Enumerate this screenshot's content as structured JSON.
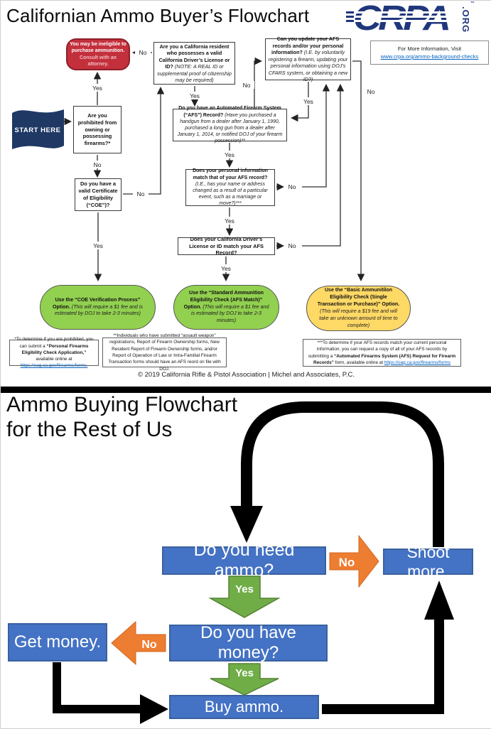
{
  "top": {
    "title": "Californian Ammo Buyer’s Flowchart",
    "logo": {
      "text": "CRPA",
      "suffix": ".ORG",
      "tm": "™"
    },
    "info": {
      "line1": "For More Information, Visit",
      "link": "www.crpa.org/ammo-background-checks"
    },
    "labels": {
      "yes": "Yes",
      "no": "No"
    },
    "nodes": {
      "start": {
        "label": "START HERE"
      },
      "ineligible": {
        "main": "You may be ineligible to purchase ammunition.",
        "sub": "Consult with an attorney."
      },
      "resident": {
        "q": "Are you a California resident who possesses a valid California Driver’s License or ID?",
        "note": "(NOTE: A REAL ID or supplemental proof of citizenship may be required)"
      },
      "update": {
        "q": "Can you update your AFS records and/or your personal information?",
        "note": "(I.E. by voluntarily registering a firearm, updating your personal information using DOJ’s CFARS system, or obtaining a new ID?)"
      },
      "prohibited": {
        "q": "Are you prohibited from owning or possessing firearms?*"
      },
      "afs": {
        "q": "Do you have an Automated Firearm System (“AFS”) Record?",
        "note": "(Have you purchased a handgun from a dealer after January 1, 1990, purchased a long gun from a dealer after January 1, 2014, or notified DOJ of your firearm possession)**"
      },
      "coe": {
        "q": "Do you have a valid Certificate of Eligibility (“COE”)?"
      },
      "personal": {
        "q": "Does your personal information match that of your AFS record?",
        "note": "(I.E., has your name or address changed as a result of a particular event, such as a marriage or move?)***"
      },
      "license": {
        "q": "Does your California Driver’s License or ID match your AFS Record?"
      },
      "coe_option": {
        "main": "Use the “COE Verification Process” Option.",
        "note": "(This will require a $1 fee and is estimated by DOJ to take 2-3 minutes)"
      },
      "standard_option": {
        "main": "Use the “Standard Ammunition Eligibility Check (AFS Match)” Option.",
        "note": "(This will require a $1 fee and is estimated by DOJ to take 2-3 minutes)"
      },
      "basic_option": {
        "main": "Use the “Basic Ammunitilon Eligibility Check (Single Transaction or Purchase)” Option.",
        "note": "(This will require a $19 fee and will take an unknown amount of time to complete)"
      }
    },
    "footnotes": {
      "f1": {
        "pre": "*To determine if you are prohibited, you can submit a ",
        "bold": "“Personal Firearms Eligibility Check Application,”",
        "mid": " available online at ",
        "link": "https://oag.ca.gov/firearms/forms."
      },
      "f2": {
        "text": "**Individuals who have submitted “assault weapon” registrations, Report of Firearm Ownership forms, New Resident Report of Firearm Ownership forms, and/or Report of Operation of Law or Intra-Familial Firearm Transaction forms should have an AFS reord on file with DOJ."
      },
      "f3": {
        "pre": "***To determine if your AFS records match your current personal information, you can request a copy of all of your AFS records by submitting a ",
        "bold": "“Automated Firearms System (AFS) Request for Firearm Records”",
        "mid": " form, available online at ",
        "link": "https://oag.ca.gov/firearms/forms"
      }
    },
    "copyright": "© 2019 California Rifle & Pistol Association | Michel and Associates, P.C."
  },
  "bottom": {
    "title_line1": "Ammo Buying Flowchart",
    "title_line2": "for the Rest of Us",
    "labels": {
      "yes": "Yes",
      "no": "No"
    },
    "nodes": {
      "need": "Do you need ammo?",
      "shoot": "Shoot more.",
      "have": "Do you have money?",
      "get": "Get money.",
      "buy": "Buy ammo."
    }
  },
  "colors": {
    "crpa_blue": "#20377b",
    "flag_navy": "#1F3864",
    "ineligible_red": "#C3303C",
    "option_green": "#92D050",
    "option_yellow": "#FFD966",
    "box_blue": "#4472C4",
    "arrow_orange": "#ED7D31",
    "arrow_green": "#70AD47",
    "link_blue": "#0563C1"
  }
}
